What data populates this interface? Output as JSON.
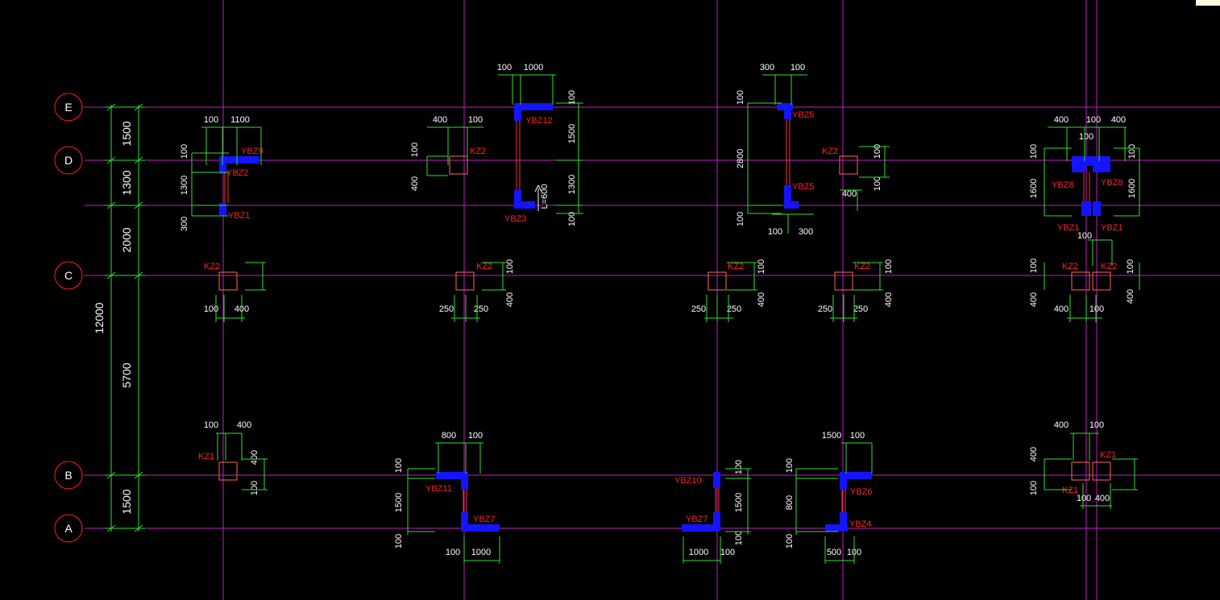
{
  "colors": {
    "background": "#000000",
    "grid": "#c21ec2",
    "dim": "#2ee02e",
    "text": "#ffffff",
    "label": "#ff2020",
    "wall": "#1414ff",
    "column": "#ff6a50"
  },
  "axes": [
    {
      "id": "E",
      "label": "E"
    },
    {
      "id": "D",
      "label": "D"
    },
    {
      "id": "C",
      "label": "C"
    },
    {
      "id": "B",
      "label": "B"
    },
    {
      "id": "A",
      "label": "A"
    }
  ],
  "overall_dims": {
    "total": "12000",
    "segments": [
      "1500",
      "1300",
      "2000",
      "5700",
      "1500"
    ]
  },
  "labels": [
    "YBZ9",
    "YBZ2",
    "YBZ1",
    "KZ2",
    "YBZ12",
    "YBZ3",
    "YBZ5",
    "YBZ5",
    "KZ2",
    "YBZ8",
    "YBZ8",
    "YBZ1",
    "YBZ1",
    "KZ2",
    "KZ2",
    "KZ2",
    "KZ2",
    "KZ2",
    "KZ2",
    "KZ1",
    "YBZ11",
    "YBZ7",
    "YBZ10",
    "YBZ7",
    "YBZ6",
    "YBZ4",
    "KZ1",
    "KZ1"
  ],
  "dims": [
    "100",
    "1100",
    "100",
    "1300",
    "300",
    "400",
    "100",
    "100",
    "400",
    "100",
    "1000",
    "100",
    "1500",
    "1300",
    "100",
    "L=600",
    "300",
    "100",
    "100",
    "2800",
    "100",
    "100",
    "300",
    "100",
    "400",
    "100",
    "400",
    "100",
    "400",
    "100",
    "100",
    "1600",
    "1600",
    "100",
    "100",
    "100",
    "400",
    "250",
    "250",
    "100",
    "400",
    "250",
    "250",
    "100",
    "400",
    "250",
    "250",
    "100",
    "400",
    "100",
    "400",
    "400",
    "100",
    "100",
    "400",
    "100",
    "400",
    "400",
    "100",
    "800",
    "100",
    "100",
    "1500",
    "100",
    "100",
    "1000",
    "100",
    "1500",
    "100",
    "1000",
    "100",
    "100",
    "800",
    "100",
    "1500",
    "100",
    "500",
    "100",
    "400",
    "100",
    "400",
    "100",
    "100",
    "400"
  ]
}
